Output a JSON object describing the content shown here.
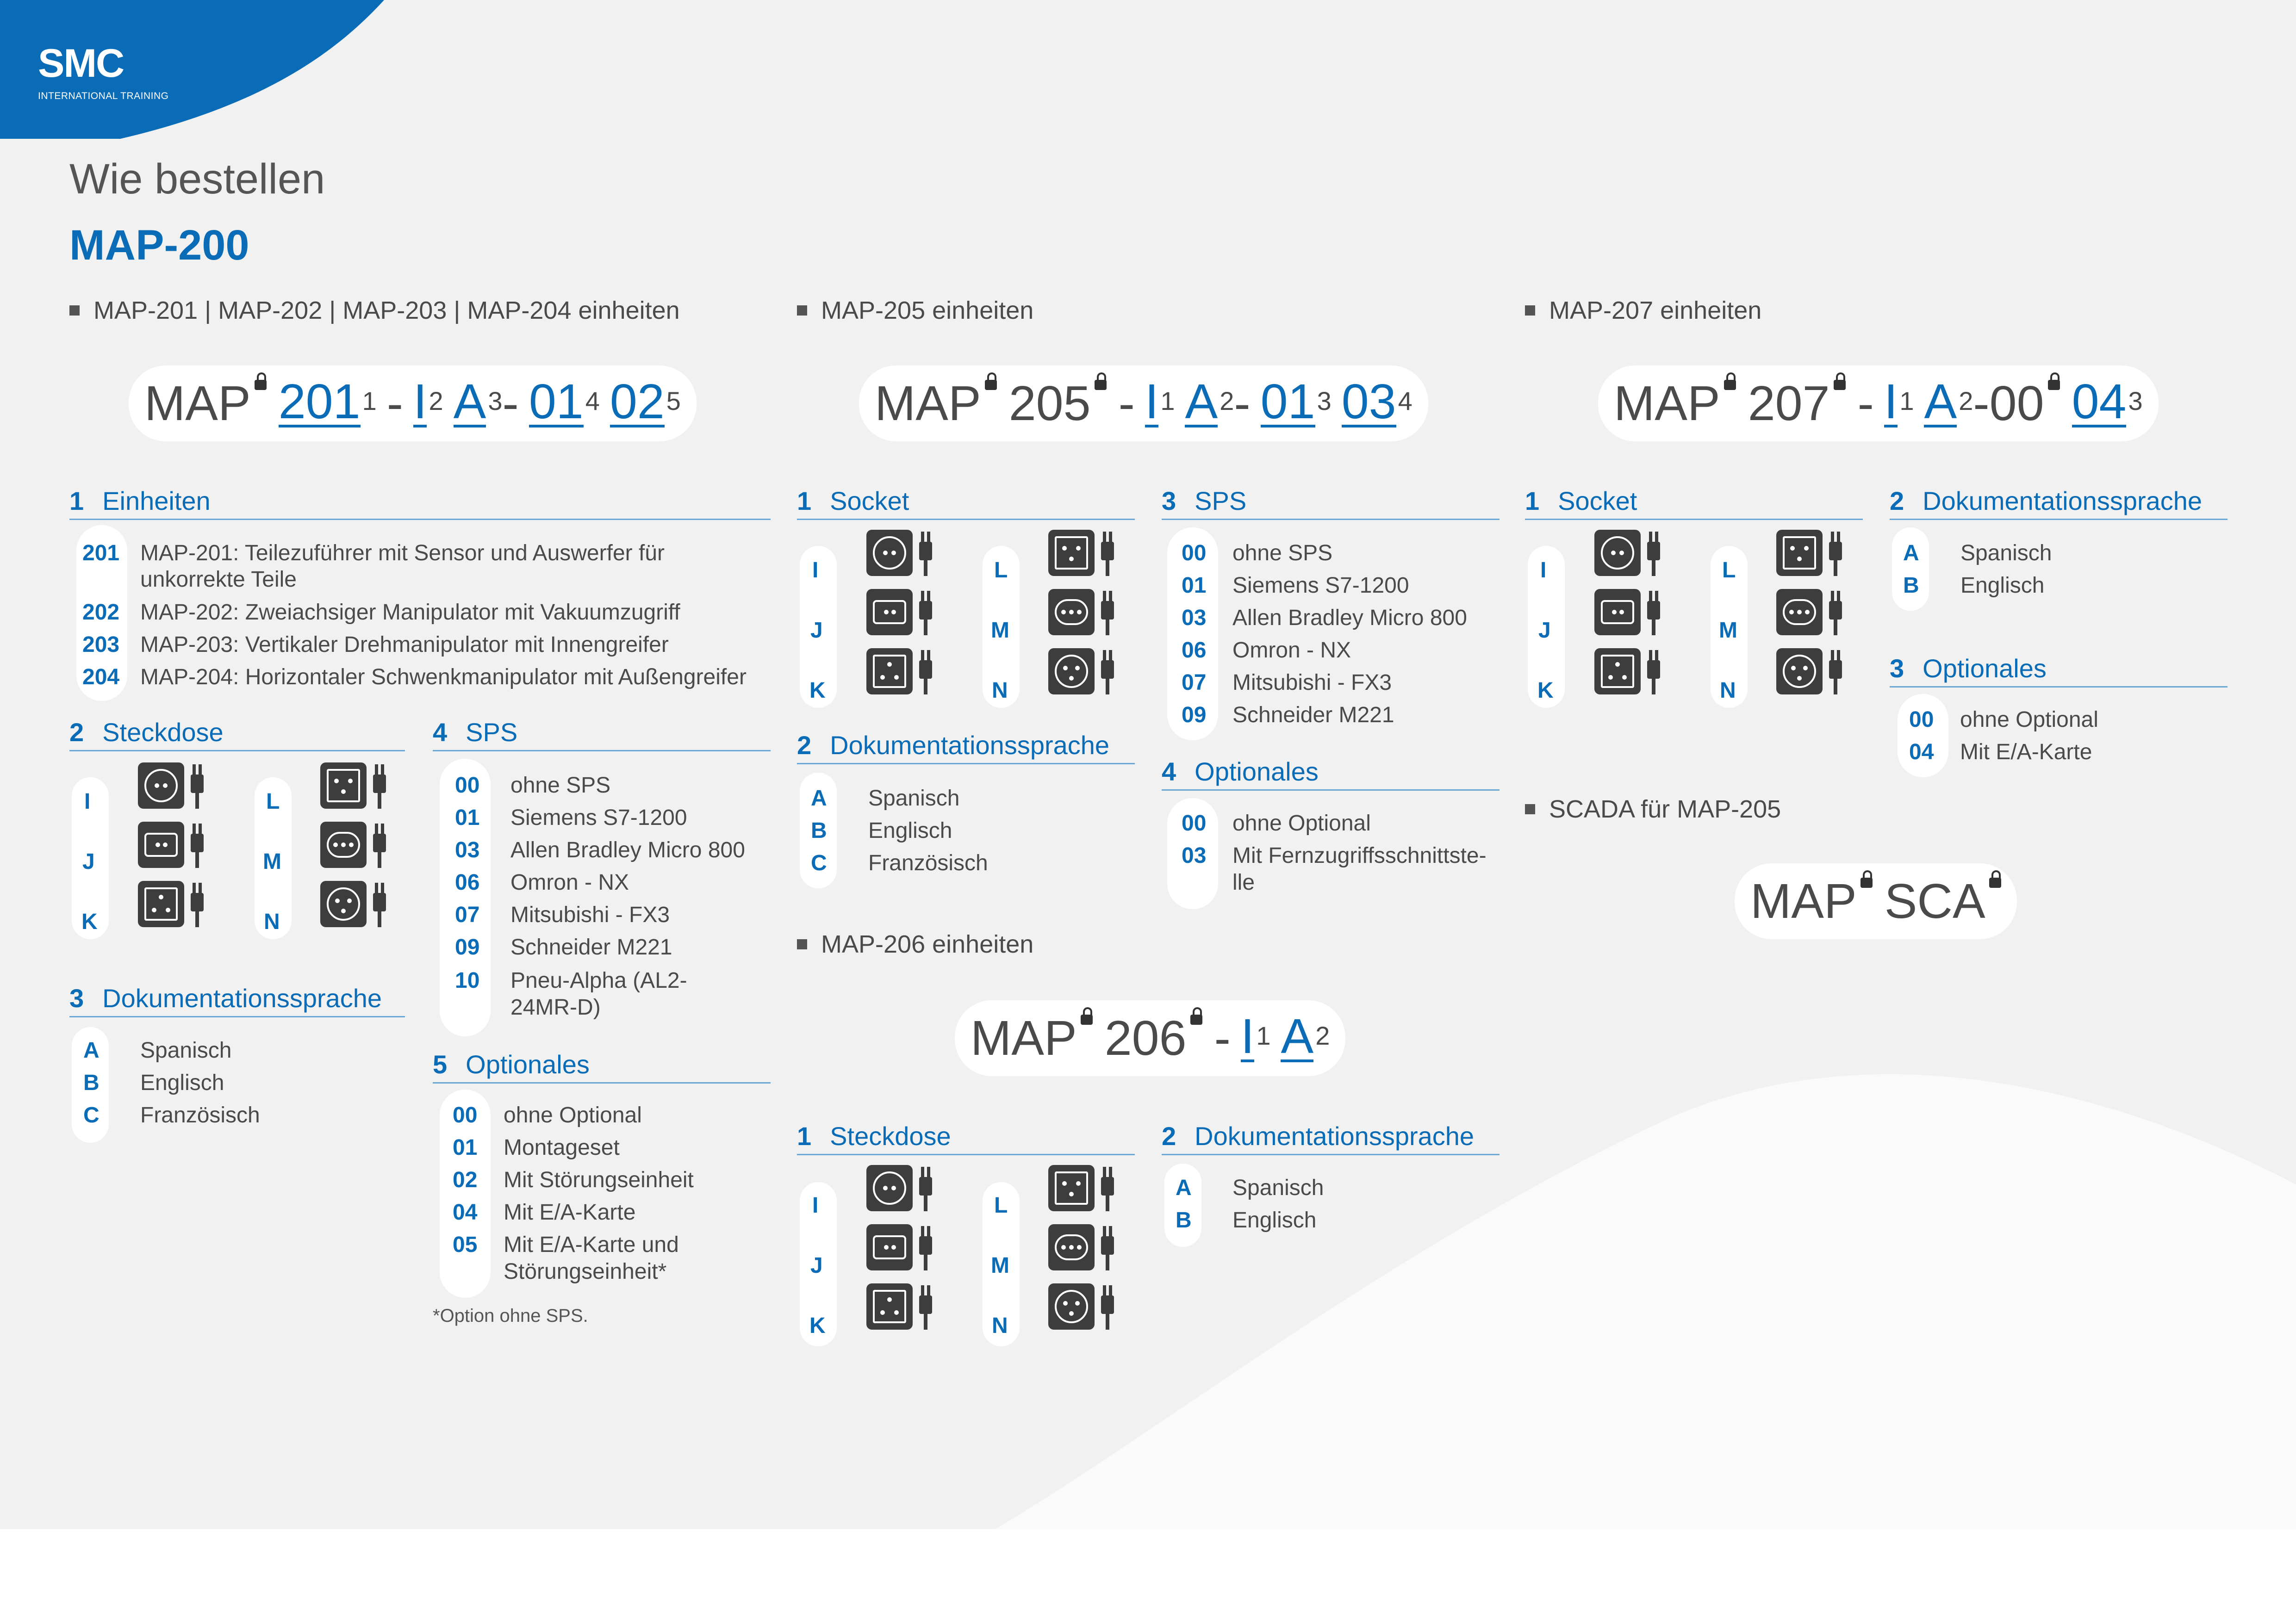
{
  "logo": {
    "brand": "SMC",
    "subtitle": "INTERNATIONAL TRAINING"
  },
  "colors": {
    "brand_blue": "#0a6cb6",
    "text_gray": "#4a4a4a",
    "background": "#f1f1f1"
  },
  "title": "Wie bestellen",
  "subtitle": "MAP-200",
  "labels": {
    "socket": "Socket",
    "steckdose": "Steckdose",
    "sps": "SPS",
    "optionales": "Optionales",
    "einheiten": "Einheiten",
    "doku": "Dokumentationssprache"
  },
  "s1": {
    "heading": "MAP-201 | MAP-202 | MAP-203 | MAP-204 einheiten",
    "code": {
      "p0": "MAP",
      "p1": "201",
      "s1": "1",
      "dash1": "-",
      "p2": "I",
      "s2": "2",
      "p3": "A",
      "s3": "3",
      "dash2": "-",
      "p4": "01",
      "s4": "4",
      "p5": "02",
      "s5": "5"
    },
    "einheiten": [
      {
        "c": "201",
        "t": "MAP-201: Teilezuführer mit Sensor und Auswerfer für",
        "t2": "unkorrekte Teile"
      },
      {
        "c": "202",
        "t": "MAP-202: Zweiachsiger Manipulator mit Vakuumzugriff"
      },
      {
        "c": "203",
        "t": "MAP-203: Vertikaler Drehmanipulator mit Innengreifer"
      },
      {
        "c": "204",
        "t": "MAP-204: Horizontaler Schwenkmanipulator mit Außengreifer"
      }
    ],
    "sps": [
      {
        "c": "00",
        "t": "ohne SPS"
      },
      {
        "c": "01",
        "t": "Siemens S7-1200"
      },
      {
        "c": "03",
        "t": "Allen Bradley Micro 800"
      },
      {
        "c": "06",
        "t": "Omron - NX"
      },
      {
        "c": "07",
        "t": "Mitsubishi - FX3"
      },
      {
        "c": "09",
        "t": "Schneider M221"
      },
      {
        "c": "10",
        "t": "Pneu-Alpha (AL2-",
        "t2": "24MR-D)"
      }
    ],
    "opt": [
      {
        "c": "00",
        "t": "ohne Optional"
      },
      {
        "c": "01",
        "t": "Montageset"
      },
      {
        "c": "02",
        "t": "Mit Störungseinheit"
      },
      {
        "c": "04",
        "t": "Mit E/A-Karte"
      },
      {
        "c": "05",
        "t": "Mit E/A-Karte und",
        "t2": "Störungseinheit*"
      }
    ],
    "footnote": "*Option ohne SPS."
  },
  "lang3": [
    {
      "c": "A",
      "t": "Spanisch"
    },
    {
      "c": "B",
      "t": "Englisch"
    },
    {
      "c": "C",
      "t": "Französisch"
    }
  ],
  "lang2": [
    {
      "c": "A",
      "t": "Spanisch"
    },
    {
      "c": "B",
      "t": "Englisch"
    }
  ],
  "socket_letters": {
    "I": "I",
    "J": "J",
    "K": "K",
    "L": "L",
    "M": "M",
    "N": "N"
  },
  "s205": {
    "heading": "MAP-205 einheiten",
    "code": {
      "p0": "MAP",
      "p1": "205",
      "dash1": "-",
      "p2": "I",
      "s2": "1",
      "p3": "A",
      "s3": "2",
      "dash2": "-",
      "p4": "01",
      "s4": "3",
      "p5": "03",
      "s5": "4"
    },
    "sps": [
      {
        "c": "00",
        "t": "ohne SPS"
      },
      {
        "c": "01",
        "t": "Siemens S7-1200"
      },
      {
        "c": "03",
        "t": "Allen Bradley Micro 800"
      },
      {
        "c": "06",
        "t": "Omron - NX"
      },
      {
        "c": "07",
        "t": "Mitsubishi - FX3"
      },
      {
        "c": "09",
        "t": "Schneider M221"
      }
    ],
    "opt": [
      {
        "c": "00",
        "t": "ohne Optional"
      },
      {
        "c": "03",
        "t": "Mit Fernzugriffsschnittste-",
        "t2": "lle"
      }
    ]
  },
  "s206": {
    "heading": "MAP-206 einheiten",
    "code": {
      "p0": "MAP",
      "p1": "206",
      "dash1": "-",
      "p2": "I",
      "s2": "1",
      "p3": "A",
      "s3": "2"
    }
  },
  "s207": {
    "heading": "MAP-207 einheiten",
    "code": {
      "p0": "MAP",
      "p1": "207",
      "dash1": "-",
      "p2": "I",
      "s2": "1",
      "p3": "A",
      "s3": "2",
      "dash2": "-",
      "p4": "00",
      "p5": "04",
      "s5": "3"
    },
    "opt": [
      {
        "c": "00",
        "t": "ohne Optional"
      },
      {
        "c": "04",
        "t": "Mit E/A-Karte"
      }
    ]
  },
  "scada": {
    "heading": "SCADA für MAP-205",
    "code": {
      "p0": "MAP",
      "p1": "SCA"
    }
  }
}
